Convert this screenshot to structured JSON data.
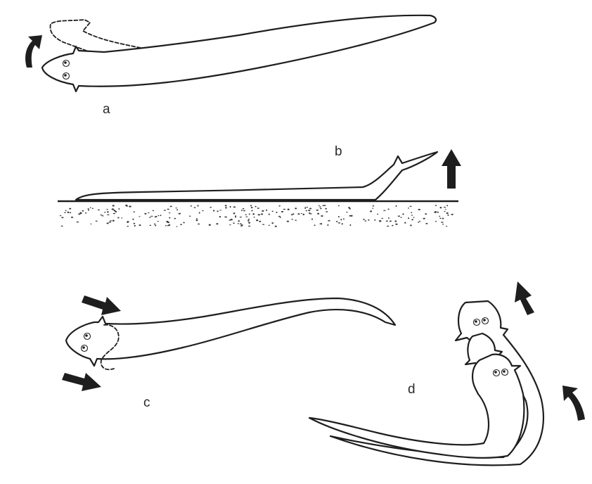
{
  "panels": {
    "a": {
      "label": "a"
    },
    "b": {
      "label": "b"
    },
    "c": {
      "label": "c"
    },
    "d": {
      "label": "d"
    }
  },
  "colors": {
    "ink": "#1e1e1e",
    "background": "#ffffff"
  },
  "icons": [
    "curved-arrow-icon",
    "straight-arrow-icon"
  ]
}
